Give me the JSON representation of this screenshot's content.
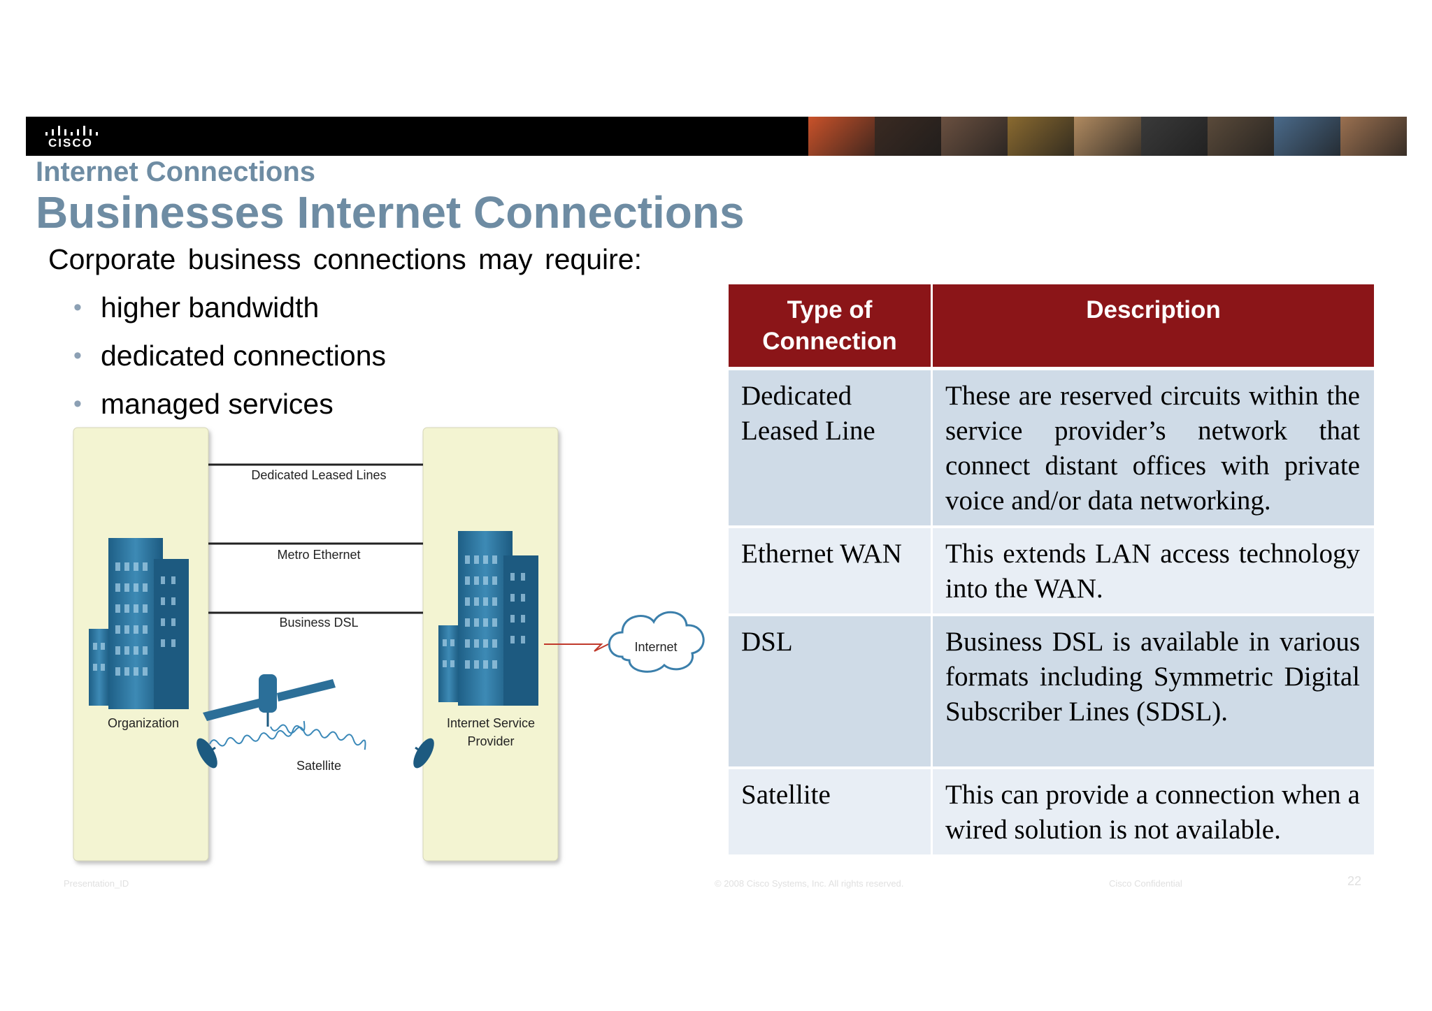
{
  "header": {
    "logo_text": "CISCO",
    "photo_colors": [
      "#c9522a",
      "#3a2a22",
      "#6a5040",
      "#8a6a30",
      "#b08a60",
      "#3a3a3a",
      "#5a4a3a",
      "#4a6a8a",
      "#9a7050"
    ]
  },
  "slide": {
    "section_title": "Internet Connections",
    "main_title": "Businesses Internet Connections",
    "intro": "Corporate business connections may require:",
    "bullets": [
      "higher bandwidth",
      "dedicated connections",
      "managed services"
    ]
  },
  "diagram": {
    "organization_label": "Organization",
    "isp_label_line1": "Internet Service",
    "isp_label_line2": "Provider",
    "links": [
      "Dedicated Leased Lines",
      "Metro Ethernet",
      "Business DSL"
    ],
    "satellite_label": "Satellite",
    "internet_label": "Internet",
    "panel_color": "#f3f4d2",
    "link_color": "#c0392b"
  },
  "table": {
    "headers": [
      "Type of Connection",
      "Description"
    ],
    "rows": [
      {
        "type": "Dedicated Leased Line",
        "description": "These are reserved circuits within the service provider’s network that connect distant offices with private voice and/or data networking."
      },
      {
        "type": "Ethernet WAN",
        "description": "This extends LAN access technology into the WAN."
      },
      {
        "type": "DSL",
        "description": "Business DSL is available in various formats including Symmetric Digital Subscriber Lines (SDSL)."
      },
      {
        "type": "Satellite",
        "description": "This can provide a connection when a wired solution is not available."
      }
    ],
    "header_color": "#8b1518"
  },
  "footer": {
    "presentation_id": "Presentation_ID",
    "copyright": "© 2008 Cisco Systems, Inc. All rights reserved.",
    "confidential": "Cisco Confidential",
    "page_number": "22"
  }
}
